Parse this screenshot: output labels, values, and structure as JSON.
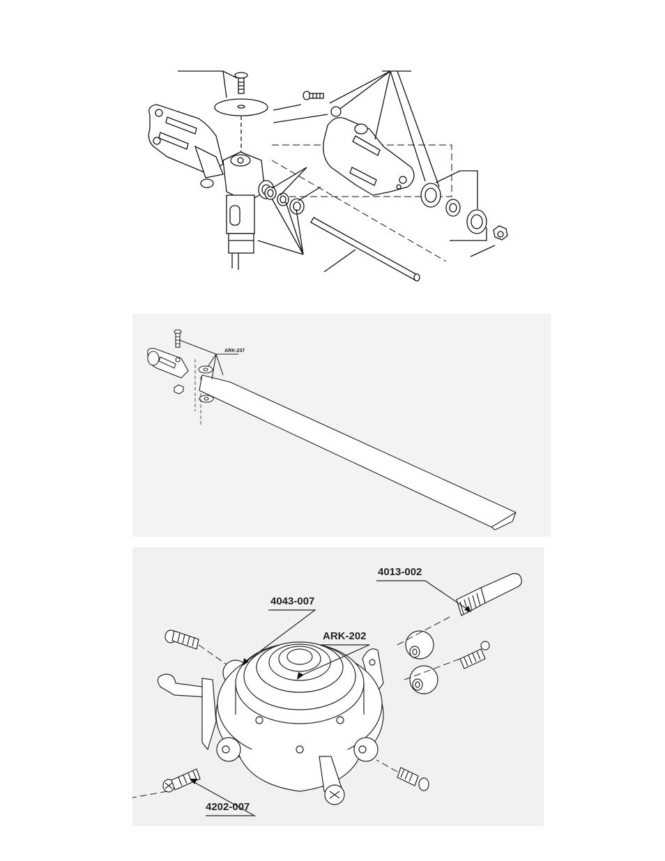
{
  "figures": {
    "rotor_head": {
      "callouts": []
    },
    "tail_blade": {
      "callouts": [
        "ARK-237"
      ]
    },
    "swashplate": {
      "callouts": [
        "4013-002",
        "4043-007",
        "ARK-202",
        "4202-007"
      ]
    }
  }
}
